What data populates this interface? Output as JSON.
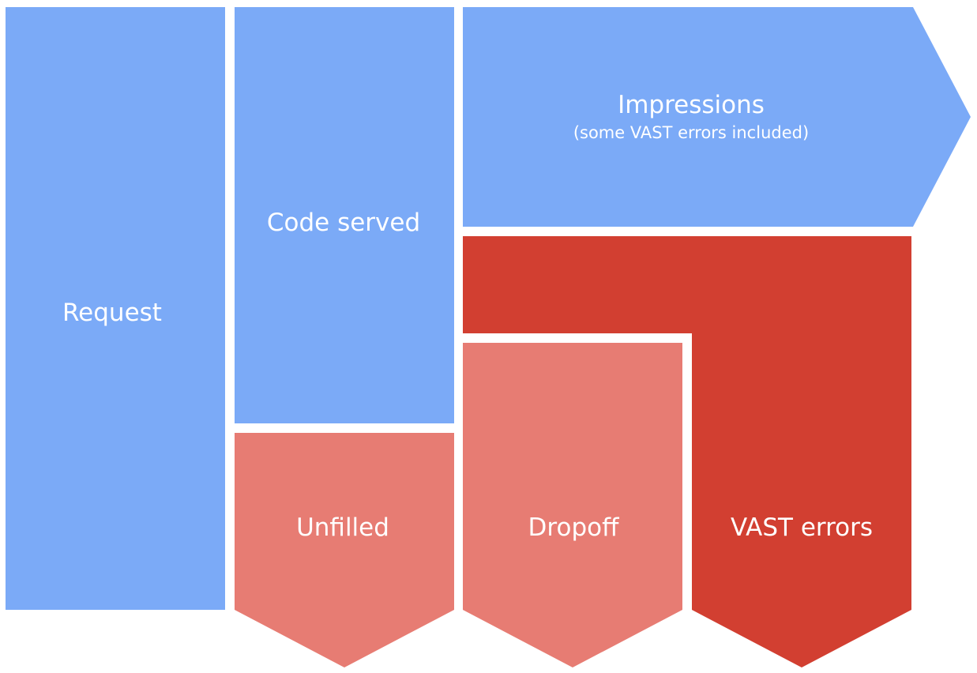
{
  "colors": {
    "blue": "#7baaf7",
    "light_red": "#e77c73",
    "red": "#d23f31",
    "text": "#ffffff",
    "background": "#ffffff"
  },
  "blocks": {
    "request": {
      "label": "Request"
    },
    "code_served": {
      "label": "Code served"
    },
    "impressions": {
      "label": "Impressions",
      "sublabel": "(some VAST errors included)"
    },
    "unfilled": {
      "label": "Unfilled"
    },
    "dropoff": {
      "label": "Dropoff"
    },
    "vast_errors": {
      "label": "VAST errors"
    }
  }
}
